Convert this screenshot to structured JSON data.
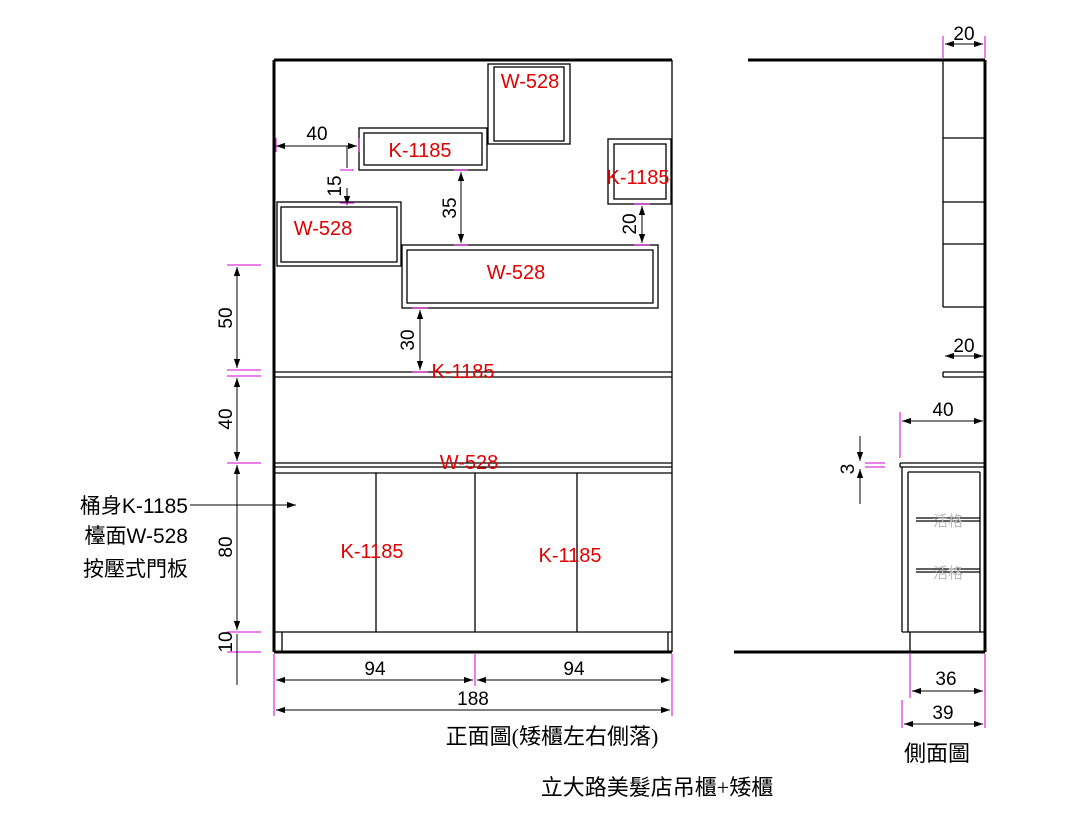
{
  "front": {
    "materials": {
      "top_w528": "W-528",
      "k1185_upper_left": "K-1185",
      "k1185_upper_right": "K-1185",
      "w528_left": "W-528",
      "w528_middle": "W-528",
      "k1185_shelf": "K-1185",
      "w528_counter": "W-528",
      "k1185_door_left": "K-1185",
      "k1185_door_right": "K-1185"
    },
    "dims": {
      "d40_top": "40",
      "d15": "15",
      "d35": "35",
      "d20": "20",
      "d50": "50",
      "d30": "30",
      "d40_mid": "40",
      "d80": "80",
      "d10": "10",
      "d94_left": "94",
      "d94_right": "94",
      "d188": "188"
    },
    "note": {
      "line1": "桶身K-1185",
      "line2": "檯面W-528",
      "line3": "按壓式門板"
    },
    "caption": "正面圖(矮櫃左右側落)"
  },
  "side": {
    "dims": {
      "d20_top": "20",
      "d20_mid": "20",
      "d40": "40",
      "d3": "3",
      "d36": "36",
      "d39": "39"
    },
    "shelf_labels": [
      "活格",
      "活格"
    ],
    "caption": "側面圖"
  },
  "title": "立大路美髮店吊櫃+矮櫃"
}
